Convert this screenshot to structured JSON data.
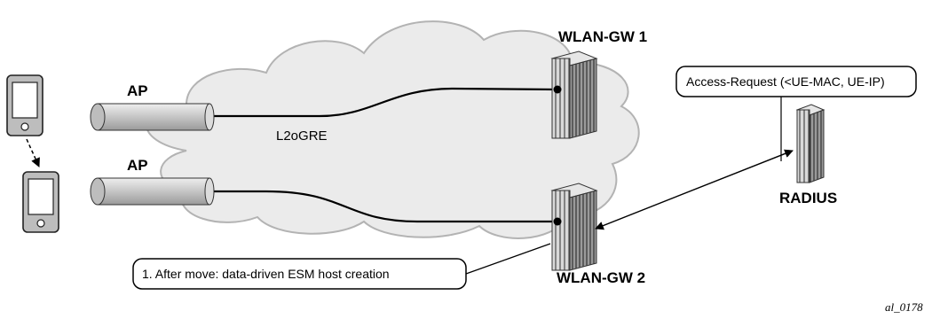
{
  "labels": {
    "gw1": "WLAN-GW 1",
    "gw2": "WLAN-GW 2",
    "ap_top": "AP",
    "ap_bottom": "AP",
    "tunnel": "L2oGRE",
    "radius": "RADIUS",
    "access_request": "Access-Request (<UE-MAC, UE-IP)",
    "after_move": "1. After move: data-driven ESM host creation",
    "figure_id": "al_0178"
  },
  "colors": {
    "cloud_fill": "#ebebeb",
    "cloud_stroke": "#b3b3b3",
    "tunnel_fill": "#c8c8c8",
    "device_fill": "#cfcfcf",
    "line": "#000000"
  },
  "icons": [
    "tablet-icon",
    "access-point-icon",
    "gateway-icon",
    "radius-server-icon",
    "cloud-icon"
  ]
}
